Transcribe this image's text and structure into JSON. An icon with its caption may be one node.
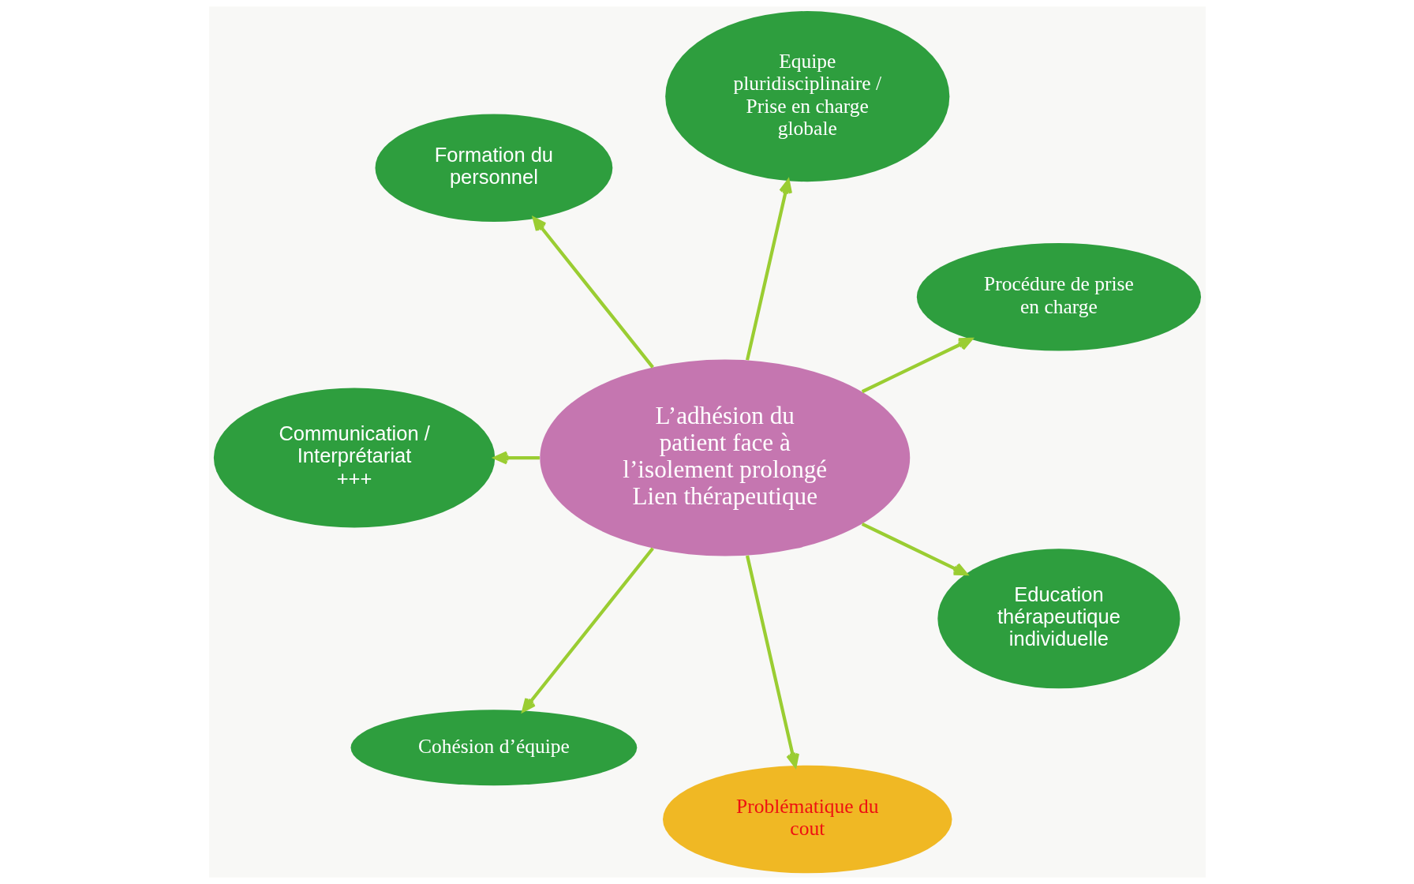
{
  "diagram": {
    "nodes": [
      {
        "text": [
          "L’adhésion du patient face à l’isolement prolongé",
          "Lien thérapeutique"
        ]
      },
      {
        "text": [
          "Procédure de prise en charge"
        ]
      },
      {
        "text": [
          "Equipe pluridisciplinaire / Prise en charge globale"
        ]
      },
      {
        "text": [
          "Formation du personnel"
        ]
      },
      {
        "text": [
          "Communication / Interprétariat",
          "+++"
        ]
      },
      {
        "text": [
          "Cohésion d’équipe"
        ]
      },
      {
        "text": [
          "Problématique du cout"
        ]
      },
      {
        "text": [
          "Education thérapeutique individuelle"
        ]
      }
    ],
    "edges": [
      {
        "from": 0,
        "to": 1,
        "arrow": "to"
      },
      {
        "from": 0,
        "to": 2,
        "arrow": "to"
      },
      {
        "from": 0,
        "to": 3,
        "arrow": "to"
      },
      {
        "from": 0,
        "to": 4,
        "arrow": "to"
      },
      {
        "from": 0,
        "to": 5,
        "arrow": "to"
      },
      {
        "from": 0,
        "to": 6,
        "arrow": "to"
      },
      {
        "from": 0,
        "to": 7,
        "arrow": "to"
      }
    ]
  }
}
